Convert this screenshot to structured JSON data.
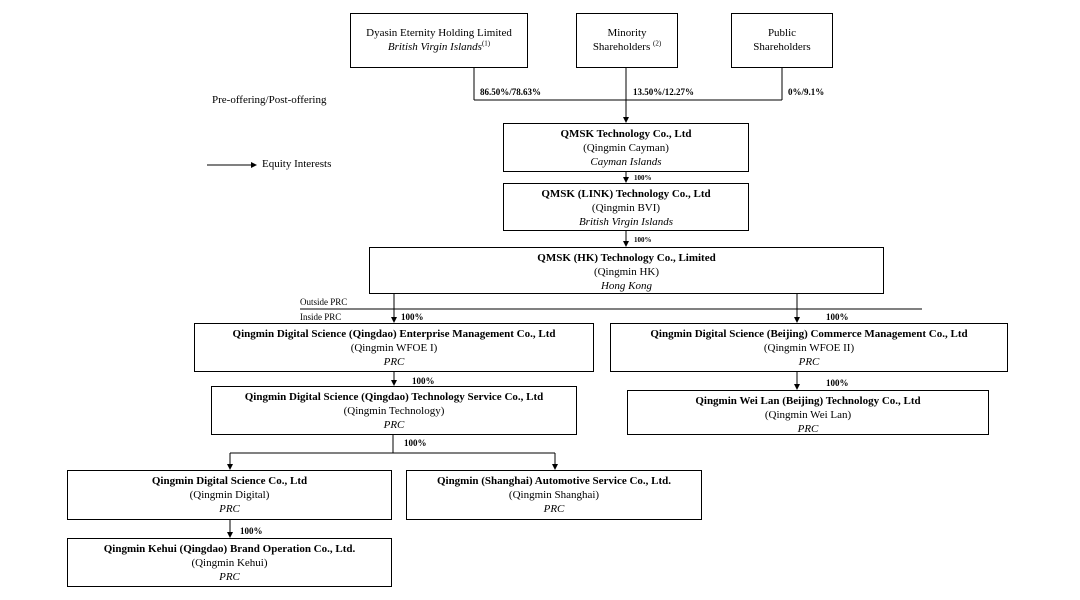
{
  "shareholders": {
    "dyasin": {
      "name": "Dyasin Eternity Holding Limited",
      "jurisdiction": "British Virgin Islands",
      "note": "(1)",
      "pct": "86.50%/78.63%"
    },
    "minority": {
      "line1": "Minority",
      "line2": "Shareholders",
      "note": "(2)",
      "pct": "13.50%/12.27%"
    },
    "public": {
      "line1": "Public",
      "line2": "Shareholders",
      "pct": "0%/9.1%"
    }
  },
  "legend": {
    "offering": "Pre-offering/Post-offering",
    "equity": "Equity Interests"
  },
  "boundary": {
    "outside": "Outside PRC",
    "inside": "Inside PRC"
  },
  "entities": {
    "cayman": {
      "name": "QMSK Technology Co., Ltd",
      "abbr": "(Qingmin Cayman)",
      "juris": "Cayman Islands"
    },
    "bvi": {
      "name": "QMSK (LINK) Technology Co., Ltd",
      "abbr": "(Qingmin BVI)",
      "juris": "British Virgin Islands"
    },
    "hk": {
      "name": "QMSK (HK) Technology Co., Limited",
      "abbr": "(Qingmin HK)",
      "juris": "Hong Kong"
    },
    "wfoe1": {
      "name": "Qingmin Digital Science (Qingdao) Enterprise Management Co., Ltd",
      "abbr": "(Qingmin WFOE I)",
      "juris": "PRC"
    },
    "wfoe2": {
      "name": "Qingmin Digital Science (Beijing) Commerce Management Co., Ltd",
      "abbr": "(Qingmin WFOE II)",
      "juris": "PRC"
    },
    "tech": {
      "name": "Qingmin Digital Science (Qingdao) Technology Service Co., Ltd",
      "abbr": "(Qingmin Technology)",
      "juris": "PRC"
    },
    "weilan": {
      "name": "Qingmin Wei  Lan (Beijing) Technology Co., Ltd",
      "abbr": "(Qingmin Wei Lan)",
      "juris": "PRC"
    },
    "digital": {
      "name": "Qingmin Digital Science Co., Ltd",
      "abbr": "(Qingmin Digital)",
      "juris": "PRC"
    },
    "shanghai": {
      "name": "Qingmin (Shanghai) Automotive Service Co., Ltd.",
      "abbr": "(Qingmin Shanghai)",
      "juris": "PRC"
    },
    "kehui": {
      "name": "Qingmin Kehui (Qingdao) Brand Operation Co., Ltd.",
      "abbr": "(Qingmin Kehui)",
      "juris": "PRC"
    }
  },
  "ownership": {
    "cayman_bvi": "100%",
    "bvi_hk": "100%",
    "hk_wfoe1": "100%",
    "hk_wfoe2": "100%",
    "wfoe1_tech": "100%",
    "wfoe2_weilan": "100%",
    "tech_subs": "100%",
    "digital_kehui": "100%"
  }
}
